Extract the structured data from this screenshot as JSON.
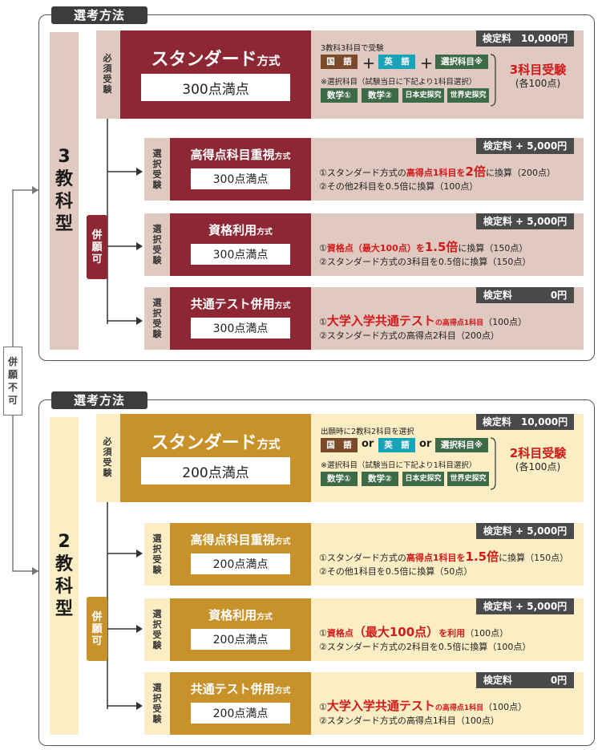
{
  "sections": [
    {
      "label": "選考方法",
      "type": [
        "3",
        "教",
        "科",
        "型"
      ],
      "colors": {
        "main": "#8d2734",
        "light": "#dfc9c1",
        "col": "#e6d6cf",
        "outer": "#dfc9c1"
      },
      "required_label": [
        "必",
        "須",
        "受",
        "験"
      ],
      "concurrent_label": [
        "併",
        "願",
        "可"
      ],
      "standard": {
        "title": "スタンダード",
        "title_small": "方式",
        "score": "300点満点",
        "fee": "検定料　10,000円",
        "condition": "3教科3科目で受験",
        "subject1": "国　語",
        "op1": "＋",
        "subject2": "英　語",
        "op2": "＋",
        "subject3": "選択科目※",
        "note": "※選択科目（試験当日に下記より1科目選択）",
        "options": [
          "数学①",
          "数学②",
          "日本史探究",
          "世界史探究"
        ],
        "result_main": "3科目受験",
        "result_sub": "(各100点)"
      },
      "methods": [
        {
          "label": [
            "選",
            "択",
            "受",
            "験"
          ],
          "title": "高得点科目重視",
          "title_small": "方式",
          "score": "300点満点",
          "fee": "検定料 + 5,000円",
          "line1": {
            "a": "①スタンダード方式の",
            "b": "高得点1科目を",
            "c": "2倍",
            "d": "に換算（200点）"
          },
          "line2": "②その他2科目を0.5倍に換算（100点）"
        },
        {
          "label": [
            "選",
            "択",
            "受",
            "験"
          ],
          "title": "資格利用",
          "title_small": "方式",
          "score": "300点満点",
          "fee": "検定料 + 5,000円",
          "line1": {
            "a": "①",
            "b": "資格点（最大100点）を",
            "c": "1.5倍",
            "d": "に換算（150点）"
          },
          "line2": "②スタンダード方式の3科目を0.5倍に換算（150点）"
        },
        {
          "label": [
            "選",
            "択",
            "受",
            "験"
          ],
          "title": "共通テスト併用",
          "title_small": "方式",
          "score": "300点満点",
          "fee": "検定料　　　　0円",
          "line1": {
            "a": "①",
            "b": "",
            "c": "大学入学共通テスト",
            "d": "の高得点1科目",
            "e": "（100点）"
          },
          "line2": "②スタンダード方式の高得点2科目（200点）"
        }
      ]
    },
    {
      "label": "選考方法",
      "type": [
        "2",
        "教",
        "科",
        "型"
      ],
      "colors": {
        "main": "#c8922a",
        "light": "#fbeec4",
        "col": "#fbeec4",
        "outer": "#fbeec4"
      },
      "required_label": [
        "必",
        "須",
        "受",
        "験"
      ],
      "concurrent_label": [
        "併",
        "願",
        "可"
      ],
      "standard": {
        "title": "スタンダード",
        "title_small": "方式",
        "score": "200点満点",
        "fee": "検定料　10,000円",
        "condition": "出願時に2教科2科目を選択",
        "subject1": "国　語",
        "op1": "or",
        "subject2": "英　語",
        "op2": "or",
        "subject3": "選択科目※",
        "note": "※選択科目（試験当日に下記より1科目選択）",
        "options": [
          "数学①",
          "数学②",
          "日本史探究",
          "世界史探究"
        ],
        "result_main": "2科目受験",
        "result_sub": "(各100点)"
      },
      "methods": [
        {
          "label": [
            "選",
            "択",
            "受",
            "験"
          ],
          "title": "高得点科目重視",
          "title_small": "方式",
          "score": "200点満点",
          "fee": "検定料 + 5,000円",
          "line1": {
            "a": "①スタンダード方式の",
            "b": "高得点1科目を",
            "c": "1.5倍",
            "d": "に換算（150点）"
          },
          "line2": "②その他1科目を0.5倍に換算（50点）"
        },
        {
          "label": [
            "選",
            "択",
            "受",
            "験"
          ],
          "title": "資格利用",
          "title_small": "方式",
          "score": "200点満点",
          "fee": "検定料 + 5,000円",
          "line1": {
            "a": "①",
            "b": "資格点",
            "c": "（最大100点）",
            "d": "を利用",
            "e": "（100点）"
          },
          "line2": "②スタンダード方式の2科目を0.5倍に換算（100点）"
        },
        {
          "label": [
            "選",
            "択",
            "受",
            "験"
          ],
          "title": "共通テスト併用",
          "title_small": "方式",
          "score": "200点満点",
          "fee": "検定料　　　　0円",
          "line1": {
            "a": "①",
            "b": "",
            "c": "大学入学共通テスト",
            "d": "の高得点1科目",
            "e": "（100点）"
          },
          "line2": "②スタンダード方式の高得点1科目（100点）"
        }
      ]
    }
  ],
  "side_label": [
    "併",
    "願",
    "不",
    "可"
  ]
}
